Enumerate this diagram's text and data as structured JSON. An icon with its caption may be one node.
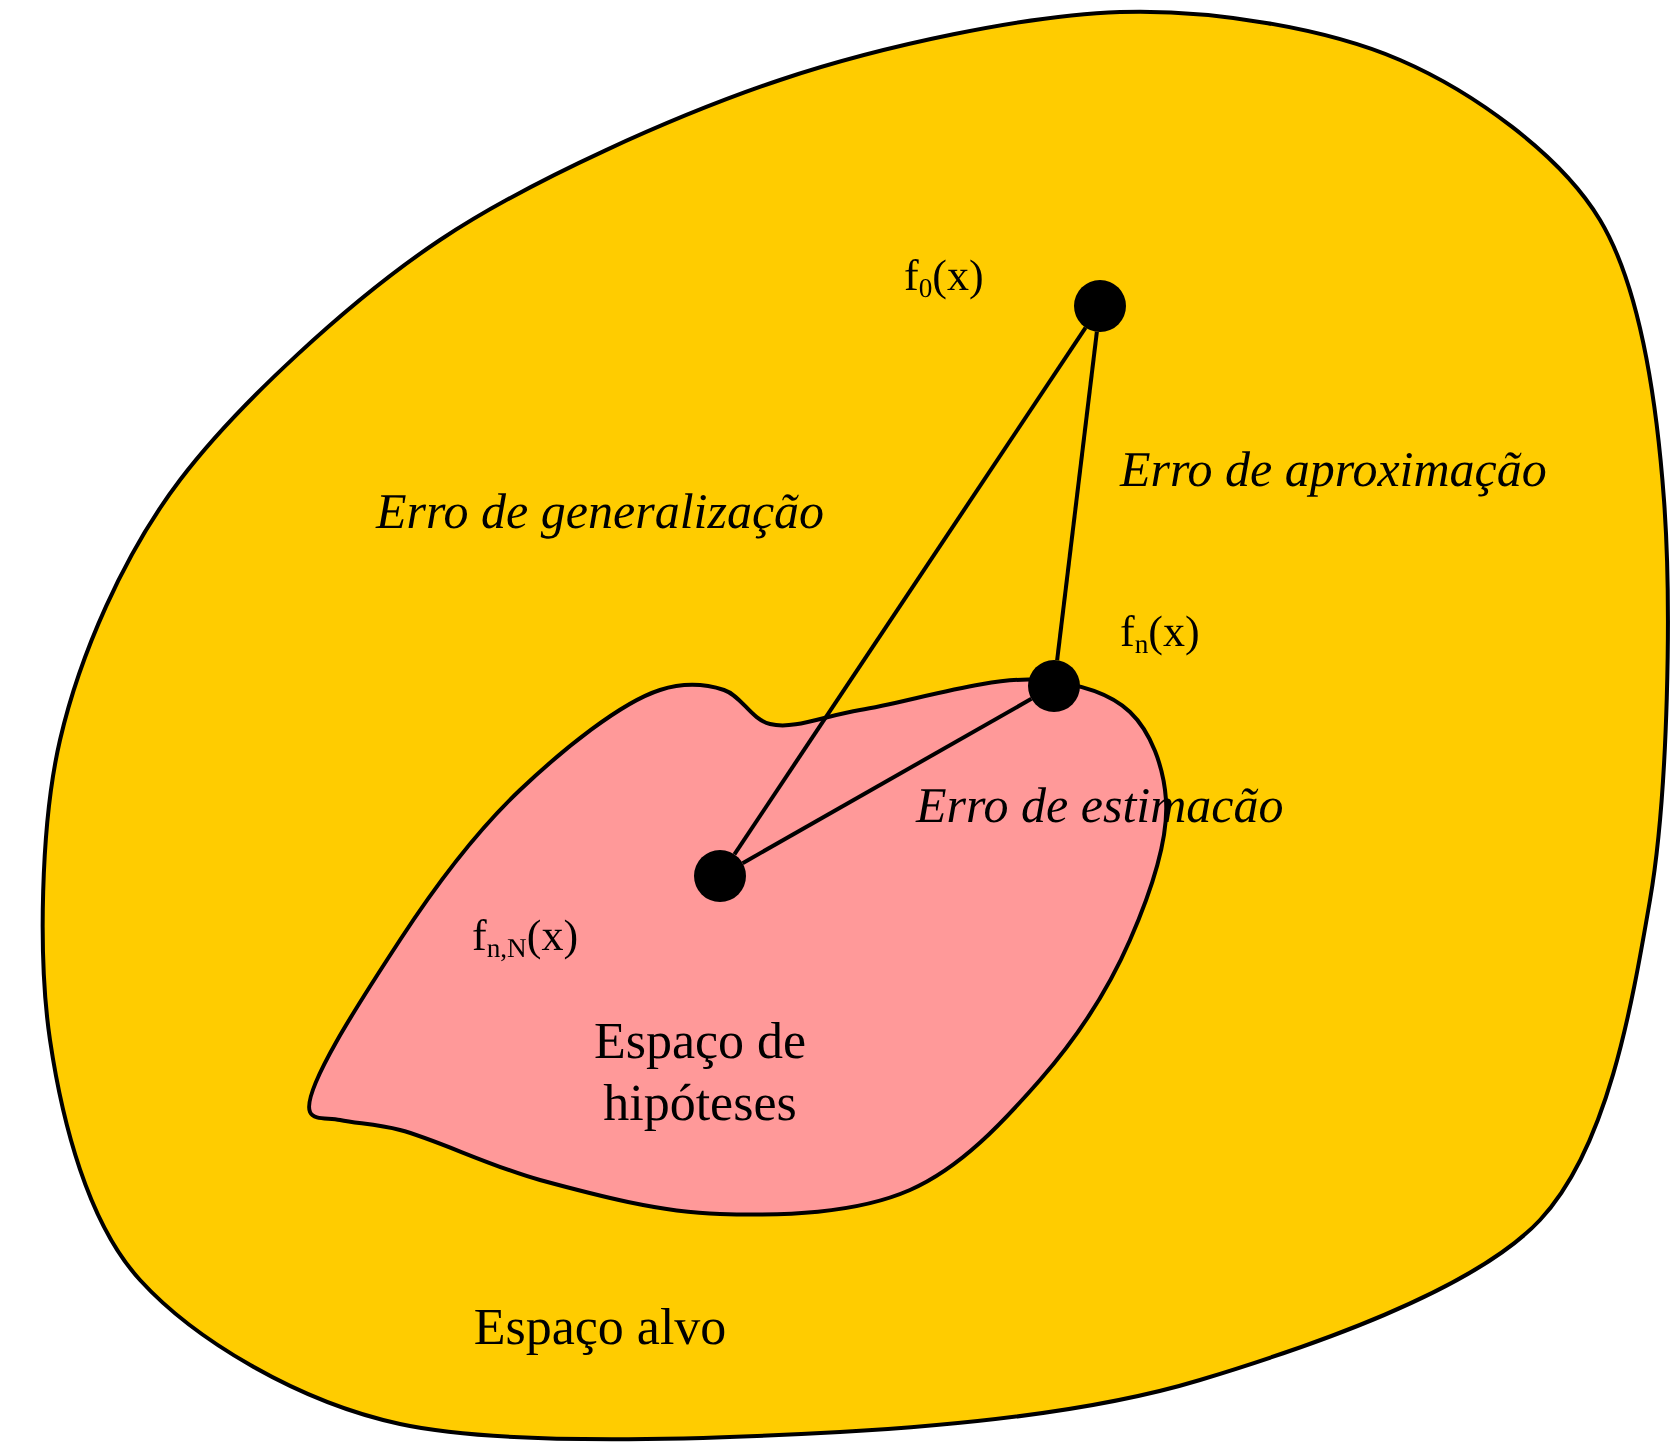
{
  "diagram": {
    "nodes": [
      {
        "text": [
          "Espaço alvo"
        ]
      },
      {
        "text": [
          "Espaço de hipóteses"
        ],
        "in": 0
      },
      {
        "text": [],
        "shape": "circle",
        "beside": [
          "f$_{0}$(x)"
        ],
        "in": 0
      },
      {
        "text": [],
        "shape": "circle",
        "beside": [
          "f$_{n}$(x)"
        ],
        "in": 0
      },
      {
        "text": [],
        "shape": "circle",
        "beside": [
          "f$_{n,N}$(x)"
        ],
        "in": 1
      }
    ],
    "edges": [
      {
        "from": 2,
        "to": 4,
        "arrow": "none",
        "label": "Erro de generalização"
      },
      {
        "from": 2,
        "to": 3,
        "arrow": "none",
        "label": "Erro de aproximação"
      },
      {
        "from": 3,
        "to": 4,
        "arrow": "none",
        "label": "Erro de estimacão"
      }
    ]
  }
}
